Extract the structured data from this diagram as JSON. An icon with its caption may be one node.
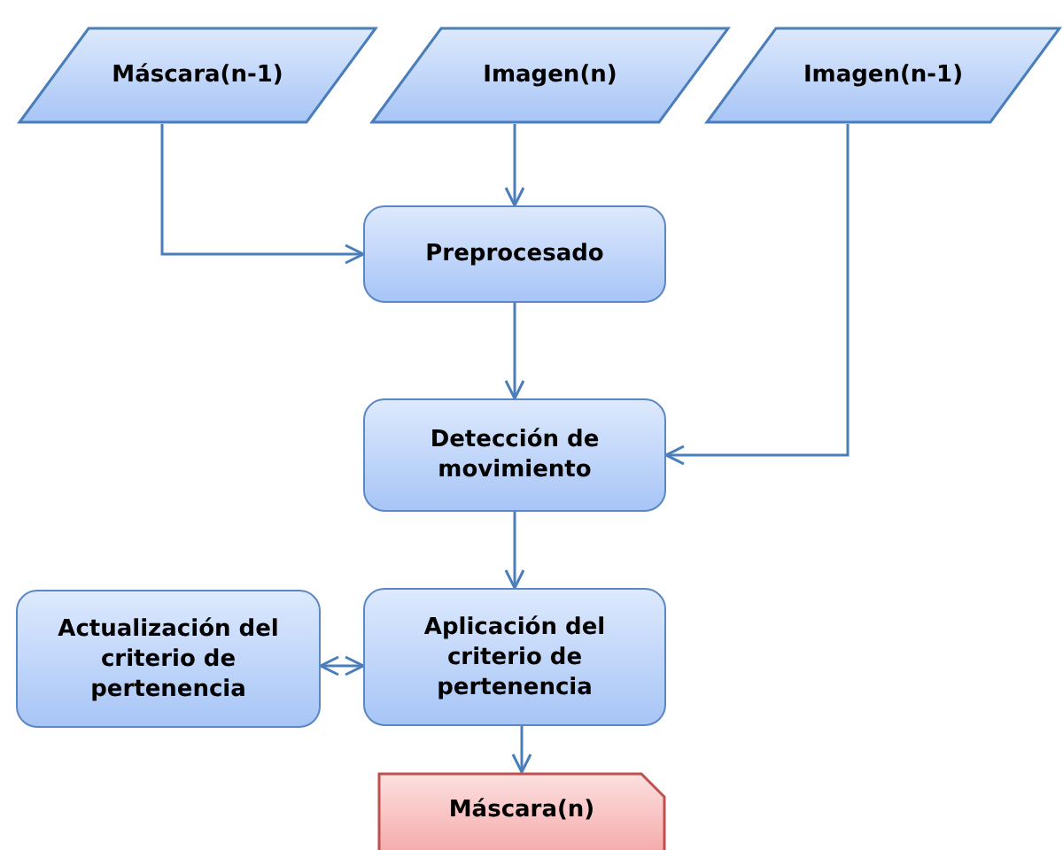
{
  "diagram": {
    "nodes": [
      {
        "text": [
          "Máscara(n-1)"
        ]
      },
      {
        "text": [
          "Imagen(n)"
        ]
      },
      {
        "text": [
          "Imagen(n-1)"
        ]
      },
      {
        "text": [
          "Preprocesado"
        ]
      },
      {
        "text": [
          "Detección de movimiento"
        ]
      },
      {
        "text": [
          "Actualización del criterio de pertenencia"
        ]
      },
      {
        "text": [
          "Aplicación del criterio de pertenencia"
        ]
      },
      {
        "text": [
          "Máscara(n)"
        ]
      }
    ],
    "edges": [
      {
        "from": 0,
        "to": 3,
        "arrow": "to"
      },
      {
        "from": 1,
        "to": 3,
        "arrow": "to"
      },
      {
        "from": 3,
        "to": 4,
        "arrow": "to"
      },
      {
        "from": 2,
        "to": 4,
        "arrow": "to"
      },
      {
        "from": 4,
        "to": 6,
        "arrow": "to"
      },
      {
        "from": 5,
        "to": 6,
        "arrow": "both"
      },
      {
        "from": 6,
        "to": 7,
        "arrow": "to"
      }
    ]
  }
}
